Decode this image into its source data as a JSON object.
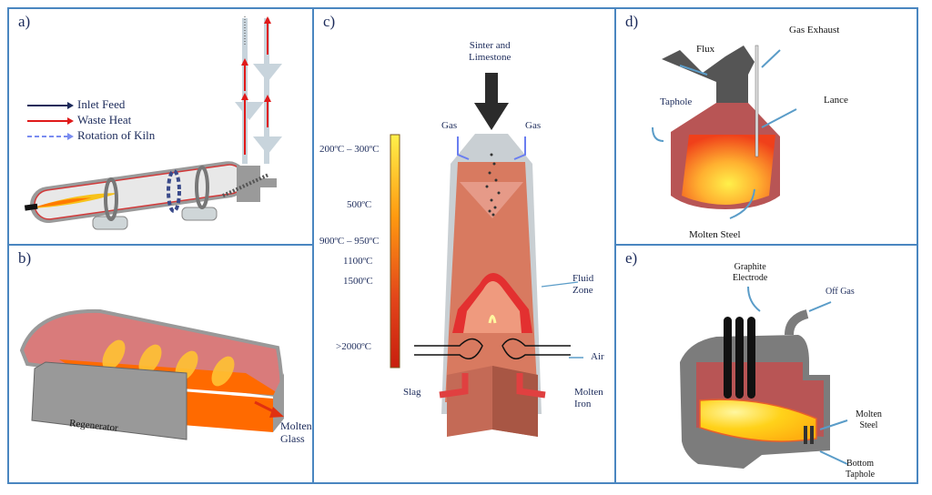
{
  "panels": {
    "a": {
      "label": "a)",
      "legend": [
        {
          "text": "Inlet Feed",
          "color": "#1b2a5a",
          "style": "solid"
        },
        {
          "text": "Waste Heat",
          "color": "#e01a1a",
          "style": "solid"
        },
        {
          "text": "Rotation of Kiln",
          "color": "#7a8cf0",
          "style": "dashed"
        }
      ]
    },
    "b": {
      "label": "b)",
      "regenerator": "Regenerator",
      "output_line1": "Molten",
      "output_line2": "Glass"
    },
    "c": {
      "label": "c)",
      "input_line1": "Sinter and",
      "input_line2": "Limestone",
      "gas_left": "Gas",
      "gas_right": "Gas",
      "temps": [
        "200ºC – 300ºC",
        "500ºC",
        "900ºC – 950ºC",
        "1100ºC",
        "1500ºC",
        ">2000ºC"
      ],
      "fluid_zone_line1": "Fluid",
      "fluid_zone_line2": "Zone",
      "air": "Air",
      "slag": "Slag",
      "molten_iron_line1": "Molten",
      "molten_iron_line2": "Iron"
    },
    "d": {
      "label": "d)",
      "flux": "Flux",
      "gas_exhaust": "Gas Exhaust",
      "taphole": "Taphole",
      "lance": "Lance",
      "molten_steel": "Molten Steel"
    },
    "e": {
      "label": "e)",
      "electrode_line1": "Graphite",
      "electrode_line2": "Electrode",
      "off_gas": "Off Gas",
      "molten_steel_line1": "Molten",
      "molten_steel_line2": "Steel",
      "taphole_line1": "Bottom",
      "taphole_line2": "Taphole"
    }
  },
  "colors": {
    "frame": "#4a86c0",
    "text": "#1b2a5a",
    "callout": "#5a9cc8"
  }
}
